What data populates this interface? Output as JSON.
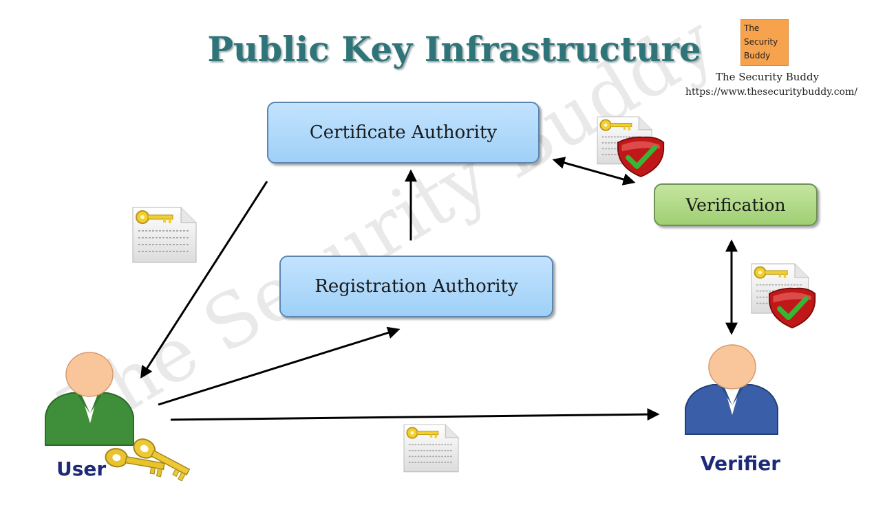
{
  "title": "Public Key Infrastructure",
  "brand": {
    "logo_lines": [
      "The",
      "Security",
      "Buddy"
    ],
    "name": "The Security Buddy",
    "url": "https://www.thesecuritybuddy.com/"
  },
  "watermark": "The Security Buddy",
  "nodes": {
    "certificate_authority": "Certificate Authority",
    "registration_authority": "Registration Authority",
    "verification": "Verification",
    "user": "User",
    "verifier": "Verifier"
  },
  "colors": {
    "title": "#2f7478",
    "blue_box": "#aed8fa",
    "green_box": "#b0d98a",
    "user_person": "#3f8f3a",
    "verifier_person": "#3a5fa8",
    "label": "#1d2a78",
    "check_shield": "#c01818"
  },
  "icons": [
    "certificate-icon",
    "certificate-verified-icon",
    "keys-icon",
    "person-icon"
  ]
}
